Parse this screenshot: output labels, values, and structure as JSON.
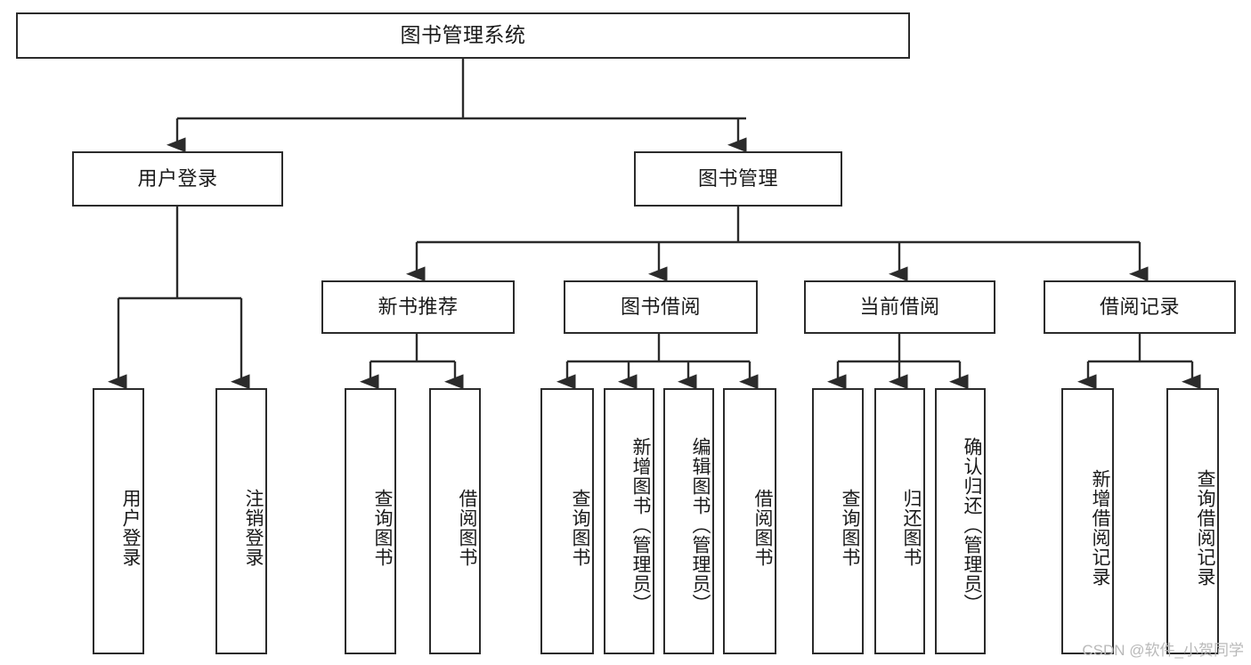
{
  "diagram": {
    "type": "hierarchy-tree",
    "title": "图书管理系统",
    "root": {
      "label": "图书管理系统"
    },
    "level2": [
      {
        "label": "用户登录"
      },
      {
        "label": "图书管理"
      }
    ],
    "level3": [
      {
        "label": "新书推荐"
      },
      {
        "label": "图书借阅"
      },
      {
        "label": "当前借阅"
      },
      {
        "label": "借阅记录"
      }
    ],
    "leaves": {
      "user_login": [
        {
          "label": "用户登录"
        },
        {
          "label": "注销登录"
        }
      ],
      "new_book_recommend": [
        {
          "label": "查询图书"
        },
        {
          "label": "借阅图书"
        }
      ],
      "book_borrow": [
        {
          "label": "查询图书"
        },
        {
          "label": "新增图书（管理员）"
        },
        {
          "label": "编辑图书（管理员）"
        },
        {
          "label": "借阅图书"
        }
      ],
      "current_borrow": [
        {
          "label": "查询图书"
        },
        {
          "label": "归还图书"
        },
        {
          "label": "确认归还（管理员）"
        }
      ],
      "borrow_record": [
        {
          "label": "新增借阅记录"
        },
        {
          "label": "查询借阅记录"
        }
      ]
    }
  },
  "watermark": {
    "text": "CSDN @软件_小贺同学"
  },
  "colors": {
    "stroke": "#2b2b2b",
    "text": "#1a1a1a",
    "background": "#ffffff",
    "watermark": "#b9b9b9"
  }
}
